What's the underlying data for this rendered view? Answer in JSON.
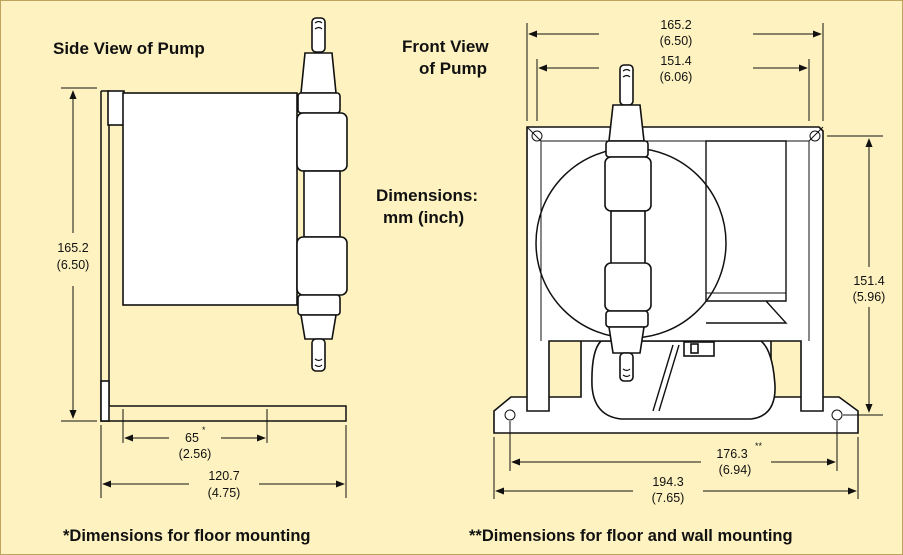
{
  "side_view": {
    "title": "Side View of Pump",
    "height_mm": "165.2",
    "height_in": "(6.50)",
    "floor_mm": "65",
    "floor_mark": "*",
    "floor_in": "(2.56)",
    "depth_mm": "120.7",
    "depth_in": "(4.75)"
  },
  "front_view": {
    "title_line1": "Front View",
    "title_line2": "of Pump",
    "top_outer_mm": "165.2",
    "top_outer_in": "(6.50)",
    "top_inner_mm": "151.4",
    "top_inner_in": "(6.06)",
    "right_mm": "151.4",
    "right_in": "(5.96)",
    "base_inner_mm": "176.3",
    "base_inner_mark": "**",
    "base_inner_in": "(6.94)",
    "base_outer_mm": "194.3",
    "base_outer_in": "(7.65)"
  },
  "units_note": {
    "line1": "Dimensions:",
    "line2": "mm (inch)"
  },
  "footnotes": {
    "floor": "*Dimensions for floor mounting",
    "floor_wall": "**Dimensions for floor and wall mounting"
  },
  "colors": {
    "background": "#fef3c0",
    "border": "#bda35c",
    "ink": "#111111"
  }
}
